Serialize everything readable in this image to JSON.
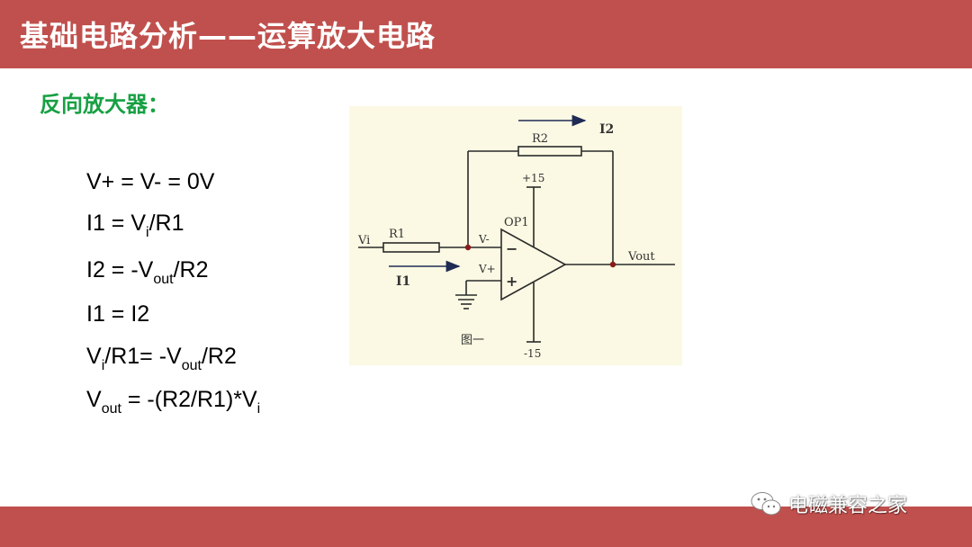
{
  "header": {
    "title": "基础电路分析——运算放大电路"
  },
  "subtitle": "反向放大器：",
  "equations": [
    {
      "parts": [
        "V+ = V- = 0V"
      ]
    },
    {
      "parts": [
        "I1 = V",
        "i",
        "/R1"
      ]
    },
    {
      "parts": [
        "I2 = -V",
        "out",
        "/R2"
      ]
    },
    {
      "parts": [
        "I1 = I2"
      ]
    },
    {
      "parts": [
        "V",
        "i",
        "/R1= -V",
        "out",
        "/R2"
      ]
    },
    {
      "parts": [
        "V",
        "out",
        " = -(R2/R1)*V",
        "i"
      ]
    }
  ],
  "figure": {
    "labels": {
      "i2": "I2",
      "r2": "R2",
      "plus15": "+15",
      "op1": "OP1",
      "vi": "Vi",
      "r1": "R1",
      "vminus": "V-",
      "vplus": "V+",
      "vout": "Vout",
      "i1": "I1",
      "caption": "图一",
      "minus15": "-15",
      "minus_sign": "−",
      "plus_sign": "+"
    },
    "colors": {
      "wire": "#2b2b2b",
      "node": "#8b1a1a",
      "background": "#fbf9e3",
      "text": "#333333"
    }
  },
  "footer": {
    "watermark": "电磁兼容之家",
    "watermark_icon": "wechat-icon"
  },
  "theme": {
    "accent": "#c0504d",
    "subtitle_color": "#17a043"
  }
}
